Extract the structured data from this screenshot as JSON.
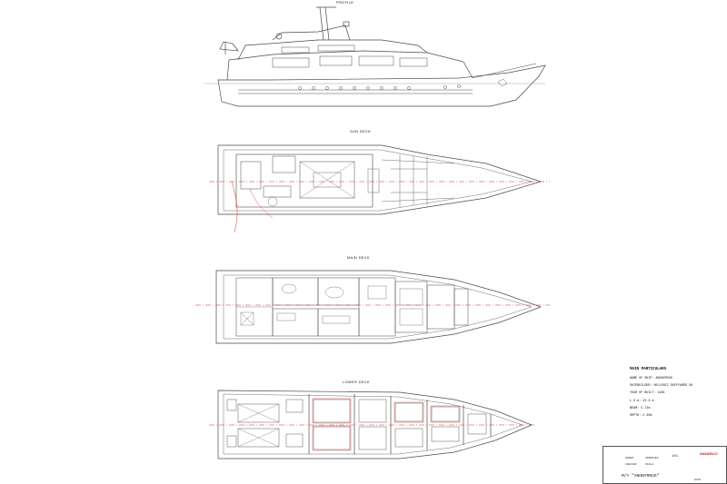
{
  "views": {
    "profile": {
      "label": "PROFILE"
    },
    "sun_deck": {
      "label": "SUN DECK"
    },
    "main_deck": {
      "label": "MAIN DECK"
    },
    "lower_deck": {
      "label": "LOWER DECK"
    }
  },
  "particulars": {
    "heading": "MAIN PARTICULARS",
    "lines": [
      "NAME OF SHIP: ANONYMOUS",
      "SHIPBUILDER: HELLENIC SHIPYARDS SA",
      "YEAR OF BUILT: 1981",
      "L.O.A: 23.3 m",
      "BEAM: 5.72m",
      "DEPTH: 2.30m"
    ]
  },
  "title_block": {
    "vessel": "M/Y \"ANONYMOUS\"",
    "company": "NAVARCO",
    "sheet_no": "101",
    "small_text": [
      "DRAWN",
      "CHECKED",
      "APPROVED",
      "SCALE",
      "DATE"
    ]
  },
  "colors": {
    "line": "#4a4a4a",
    "centerline": "#d03030",
    "accent": "#c02020"
  },
  "icons": {
    "company_logo": "wave-logo-icon"
  }
}
